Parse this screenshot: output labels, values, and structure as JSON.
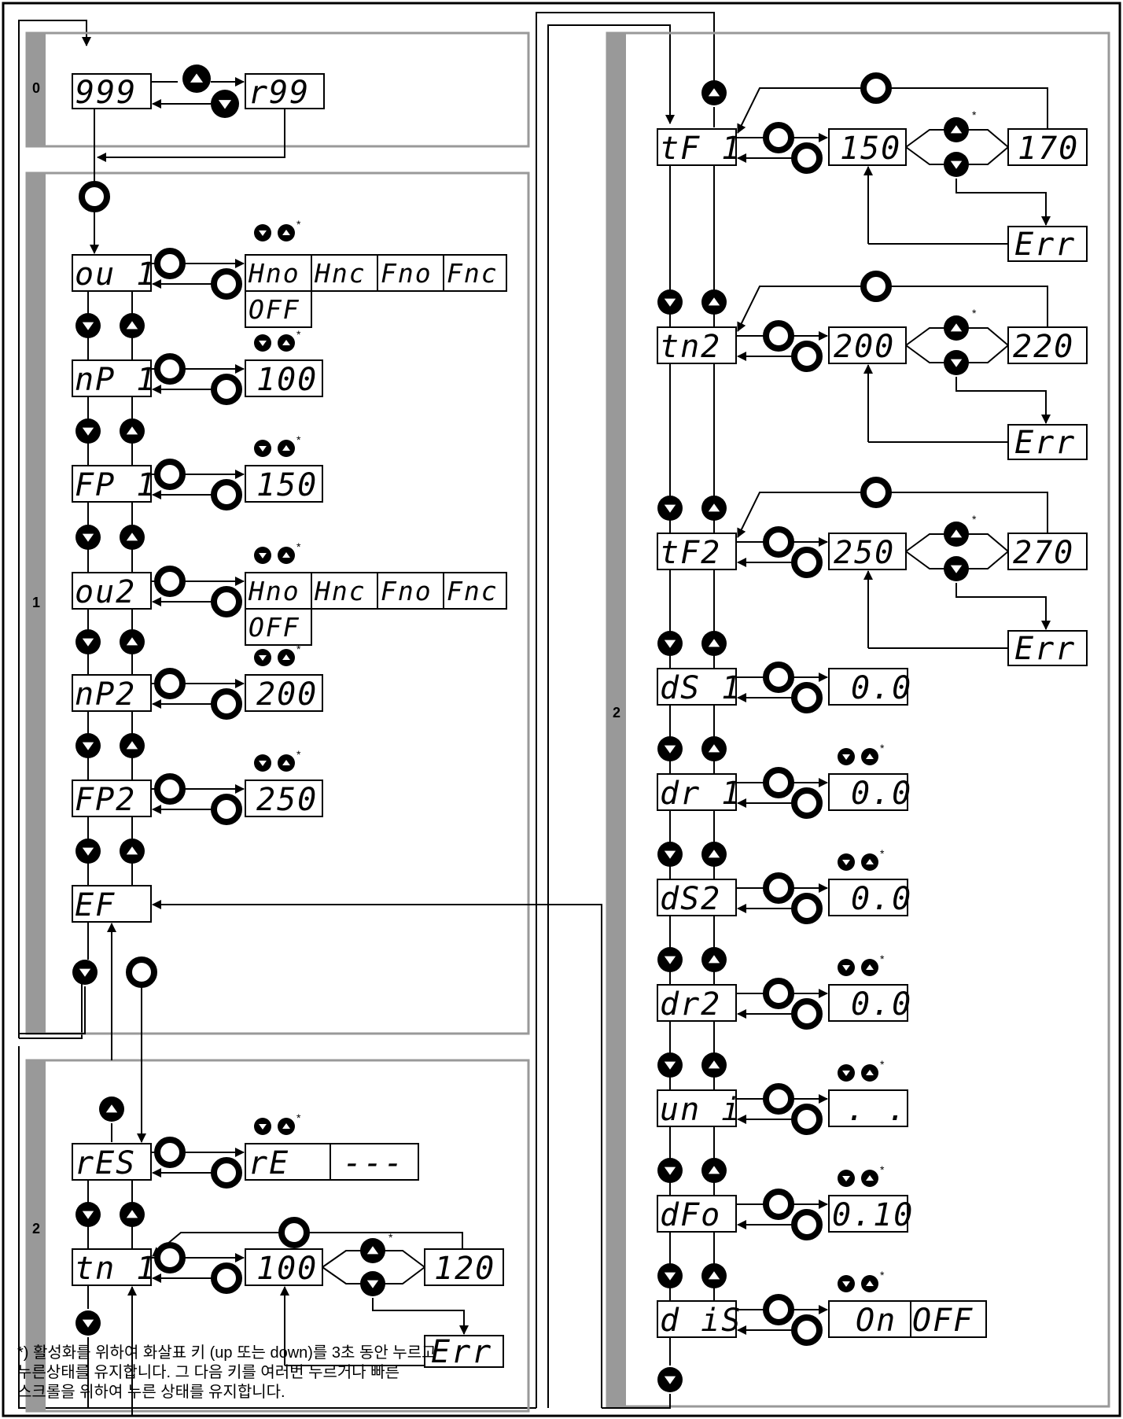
{
  "section_labels": {
    "s0": "0",
    "s1": "1",
    "s2a": "2",
    "s2b": "2"
  },
  "left": {
    "s0": {
      "start": "999",
      "target": "r99"
    },
    "s1": {
      "ou1": {
        "label": "ou 1",
        "options": [
          "Hno",
          "Hnc",
          "Fno",
          "Fnc"
        ],
        "extra": "OFF"
      },
      "nP1": {
        "label": "nP 1",
        "value": "100"
      },
      "FP1": {
        "label": "FP 1",
        "value": "150"
      },
      "ou2": {
        "label": "ou2",
        "options": [
          "Hno",
          "Hnc",
          "Fno",
          "Fnc"
        ],
        "extra": "OFF"
      },
      "nP2": {
        "label": "nP2",
        "value": "200"
      },
      "FP2": {
        "label": "FP2",
        "value": "250"
      },
      "EF": {
        "label": "EF"
      }
    },
    "s2": {
      "rES": {
        "label": "rES",
        "opt1": "rE",
        "opt2": "---"
      },
      "tn1": {
        "label": "tn 1",
        "value": "100",
        "limit": "120",
        "err": "Err"
      }
    }
  },
  "right": {
    "tF1": {
      "label": "tF 1",
      "value": "150",
      "limit": "170",
      "err": "Err"
    },
    "tn2": {
      "label": "tn2",
      "value": "200",
      "limit": "220",
      "err": "Err"
    },
    "tF2": {
      "label": "tF2",
      "value": "250",
      "limit": "270",
      "err": "Err"
    },
    "dS1": {
      "label": "dS 1",
      "value": "0.0"
    },
    "dr1": {
      "label": "dr 1",
      "value": "0.0"
    },
    "dS2": {
      "label": "dS2",
      "value": "0.0"
    },
    "dr2": {
      "label": "dr2",
      "value": "0.0"
    },
    "uni": {
      "label": "un i",
      "value": ". ."
    },
    "dFo": {
      "label": "dFo",
      "value": "0.10"
    },
    "diS": {
      "label": "d iS",
      "opt1": "On",
      "opt2": "OFF"
    }
  },
  "asterisk": "*",
  "footnote": "*) 활성화를 위하여 화살표 키 (up 또는 down)를 3초 동안 누르고\n누른상태를 유지합니다. 그 다음 키를 여러번 누르거나 빠른\n스크롤을 위하여 누른 상태를 유지합니다."
}
